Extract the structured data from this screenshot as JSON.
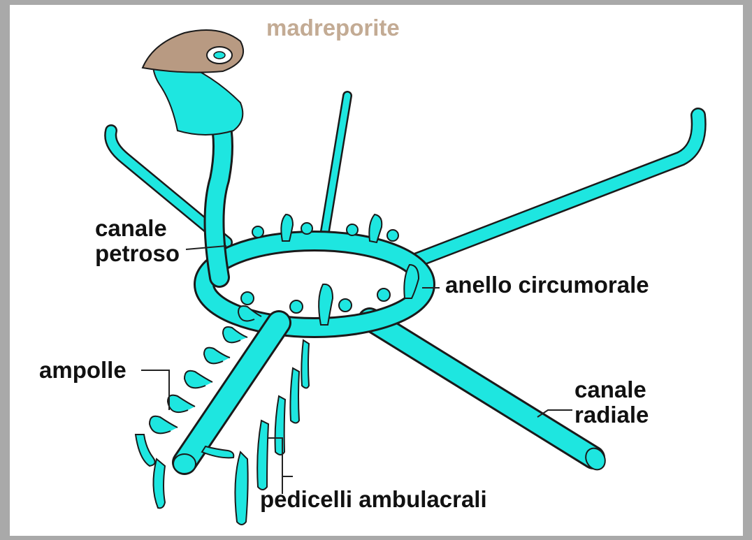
{
  "colors": {
    "background": "#a9a9a9",
    "canvas": "#ffffff",
    "canal_fill": "#1ee6e0",
    "outline": "#1a1a1a",
    "madreporite_plate": "#b89a82",
    "madreporite_label": "#c3ab94",
    "label_text": "#111111"
  },
  "labels": {
    "madreporite": "madreporite",
    "canale_petroso": [
      "canale",
      "petroso"
    ],
    "anello_circumorale": "anello circumorale",
    "ampolle": "ampolle",
    "canale_radiale": [
      "canale",
      "radiale"
    ],
    "pedicelli_ambulacrali": "pedicelli ambulacrali"
  }
}
